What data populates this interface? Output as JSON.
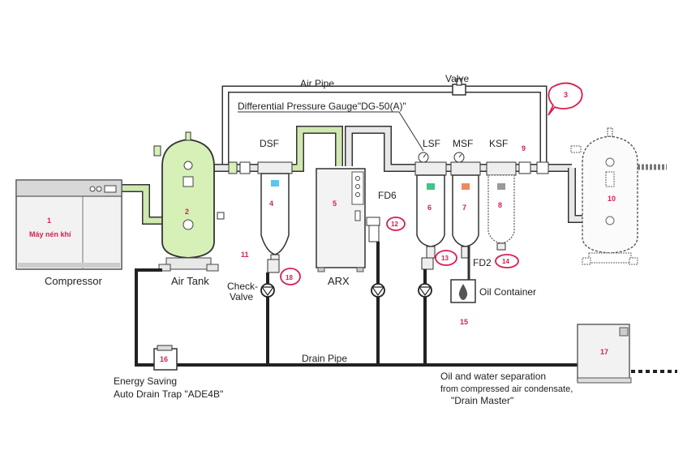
{
  "labels": {
    "compressor": "Compressor",
    "air_tank": "Air Tank",
    "air_pipe": "Air Pipe",
    "valve": "Valve",
    "gauge": "Differential Pressure Gauge\"DG-50(A)\"",
    "dsf": "DSF",
    "lsf": "LSF",
    "msf": "MSF",
    "ksf": "KSF",
    "arx": "ARX",
    "fd6": "FD6",
    "fd2": "FD2",
    "check_valve_1": "Check-",
    "check_valve_2": "Valve",
    "oil_container": "Oil Container",
    "drain_pipe": "Drain Pipe",
    "energy_saving_1": "Energy Saving",
    "energy_saving_2": "Auto Drain Trap \"ADE4B\"",
    "oil_water_1": "Oil and water separation",
    "oil_water_2": "from compressed air condensate,",
    "oil_water_3": "\"Drain Master\"",
    "compressor_vi": "Máy nén khí"
  },
  "numbers": {
    "n1": "1",
    "n2": "2",
    "n3": "3",
    "n4": "4",
    "n5": "5",
    "n6": "6",
    "n7": "7",
    "n8": "8",
    "n9": "9",
    "n10": "10",
    "n11": "11",
    "n12": "12",
    "n13": "13",
    "n14": "14",
    "n15": "15",
    "n16": "16",
    "n17": "17",
    "n18": "18"
  },
  "colors": {
    "tank_green": "#d7f0b8",
    "pipe_green": "#cfe8b0",
    "callout_red": "#d6204f",
    "dsf_tag": "#5bc6ee",
    "lsf_tag": "#3fc48a",
    "msf_tag": "#f08a5d",
    "ksf_tag": "#9a9a9a"
  }
}
